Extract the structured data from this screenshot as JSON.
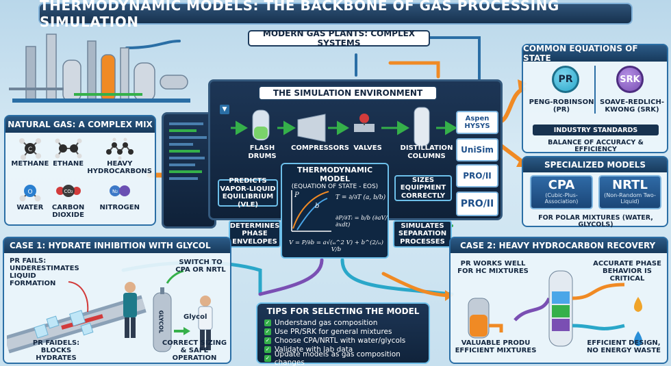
{
  "title": "THERMODYNAMIC MODELS: THE BACKBONE OF GAS PROCESSING SIMULATION",
  "modern_plants": "MODERN GAS PLANTS: COMPLEX SYSTEMS",
  "natural_gas": {
    "heading": "NATURAL GAS: A COMPLEX MIX",
    "components": [
      "METHANE",
      "ETHANE",
      "HEAVY HYDROCARBONS",
      "WATER",
      "CARBON DIOXIDE",
      "NITROGEN"
    ],
    "glyphs": [
      "C",
      "",
      "",
      "O",
      "CO₂",
      "N₂"
    ]
  },
  "simulation": {
    "heading": "THE SIMULATION ENVIRONMENT",
    "units": [
      "FLASH DRUMS",
      "COMPRESSORS",
      "VALVES",
      "DISTILLATION COLUMNS"
    ],
    "software": [
      "Aspen HYSYS",
      "UniSim",
      "PRO/II",
      "PRO/II"
    ]
  },
  "model": {
    "heading": "THERMODYNAMIC MODEL",
    "subheading": "(EQUATION OF STATE - EOS)",
    "eq_left_top": "P",
    "eq_left_b": "b",
    "eq_right_1": "T = ∂/∂T (a, b/b)",
    "eq_right_2": "∂P/∂Tᵢ = b/b (∂aV/∂xdt)",
    "eq_bottom": "V = P/∂b = a√(ᵢₐ^2 V) + b^(2/ᵢₐ) V/b"
  },
  "callouts": {
    "predicts": "PREDICTS VAPOR-LIQUID EQUILIBRIUM (VLE)",
    "sizes": "SIZES EQUIPMENT CORRECTLY",
    "determines": "DETERMINES PHASE ENVELOPES",
    "simulates": "SIMULATES SEPARATION PROCESSES"
  },
  "eos": {
    "heading": "COMMON EQUATIONS OF STATE",
    "pr_badge": "PR",
    "srk_badge": "SRK",
    "pr_label": "PENG-ROBINSON (PR)",
    "srk_label": "SOAVE-REDLICH-KWONG (SRK)",
    "standards": "INDUSTRY STANDARDS",
    "balance": "BALANCE OF ACCURACY & EFFICIENCY"
  },
  "specialized": {
    "heading": "SPECIALIZED MODELS",
    "cpa_title": "CPA",
    "cpa_sub": "(Cubic-Plus-Association)",
    "nrtl_title": "NRTL",
    "nrtl_sub": "(Non-Random Two-Liquid)",
    "note": "FOR POLAR MIXTURES (WATER, GLYCOLS)"
  },
  "case1": {
    "heading": "CASE 1: HYDRATE INHIBITION WITH GLYCOL",
    "pr_fails_1": "PR FAILS: UNDERESTIMATES LIQUID FORMATION",
    "switch": "SWITCH TO CPA OR NRTL",
    "glycol_tank": "GLYCOL",
    "glycol": "Glycol",
    "pr_fails_2": "PR FAIDELS: BLOCKS HYDRATES",
    "result": "CORRECT SIZING & SAFE OPERATION"
  },
  "case2": {
    "heading": "CASE 2: HEAVY HYDROCARBON RECOVERY",
    "pr_works": "PR WORKS WELL FOR HC MIXTURES",
    "accurate": "ACCURATE PHASE BEHAVIOR IS CRITICAL",
    "valuable": "VALUABLE PRODU EFFICIENT MIXTURES",
    "efficient": "EFFICIENT DESIGN, NO ENERGY WASTE"
  },
  "tips": {
    "heading": "TIPS FOR SELECTING THE MODEL",
    "items": [
      "Understand gas composition",
      "Use PR/SRK for general mixtures",
      "Choose CPA/NRTL with water/glycols",
      "Validate with lab data",
      "Update models as gas composition changes"
    ]
  },
  "colors": {
    "navy": "#17324f",
    "accent_blue": "#2a6ea5",
    "arrow_orange": "#f08a24",
    "arrow_green": "#35b04a",
    "pr_badge": "#2aa7c9",
    "srk_badge": "#7a4fb3"
  }
}
